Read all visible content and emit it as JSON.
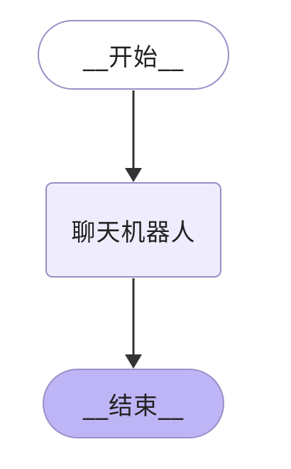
{
  "diagram": {
    "nodes": [
      {
        "id": "start",
        "label": "__开始__",
        "shape": "stadium",
        "fill": "#ffffff",
        "stroke": "#9a8fc8"
      },
      {
        "id": "chatbot",
        "label": "聊天机器人",
        "shape": "rounded-rect",
        "fill": "#efedfd",
        "stroke": "#9a8fc8"
      },
      {
        "id": "end",
        "label": "__结束__",
        "shape": "stadium",
        "fill": "#bdb5f6",
        "stroke": "#9a8fc8"
      }
    ],
    "edges": [
      {
        "from": "start",
        "to": "chatbot"
      },
      {
        "from": "chatbot",
        "to": "end"
      }
    ],
    "colors": {
      "edge": "#333333",
      "text": "#222222"
    }
  }
}
